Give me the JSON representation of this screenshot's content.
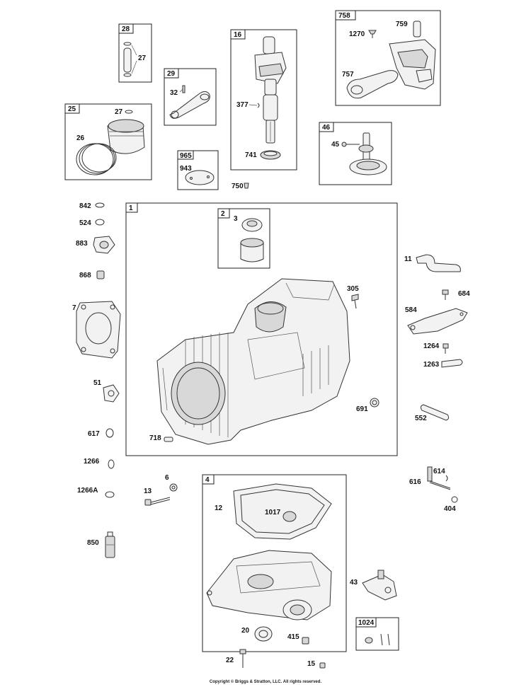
{
  "copyright": "Copyright © Briggs & Stratton, LLC. All rights reserved.",
  "group_boxes": [
    {
      "id": "28",
      "parts": [
        "27"
      ]
    },
    {
      "id": "29",
      "parts": [
        "32"
      ]
    },
    {
      "id": "16",
      "parts": [
        "377",
        "741"
      ]
    },
    {
      "id": "758",
      "parts": [
        "1270",
        "759",
        "757"
      ]
    },
    {
      "id": "25",
      "parts": [
        "27",
        "26"
      ]
    },
    {
      "id": "965",
      "parts": [
        "943"
      ]
    },
    {
      "id": "46",
      "parts": [
        "45"
      ]
    },
    {
      "id": "1",
      "parts": [
        "305",
        "718",
        "691"
      ]
    },
    {
      "id": "2",
      "parts": [
        "3"
      ]
    },
    {
      "id": "4",
      "parts": [
        "12",
        "1017",
        "20",
        "415"
      ]
    },
    {
      "id": "1024",
      "parts": []
    }
  ],
  "loose_parts": [
    "750",
    "842",
    "524",
    "883",
    "868",
    "7",
    "51",
    "617",
    "1266",
    "1266A",
    "13",
    "6",
    "850",
    "11",
    "684",
    "584",
    "1264",
    "1263",
    "552",
    "616",
    "614",
    "404",
    "43",
    "22",
    "15"
  ]
}
